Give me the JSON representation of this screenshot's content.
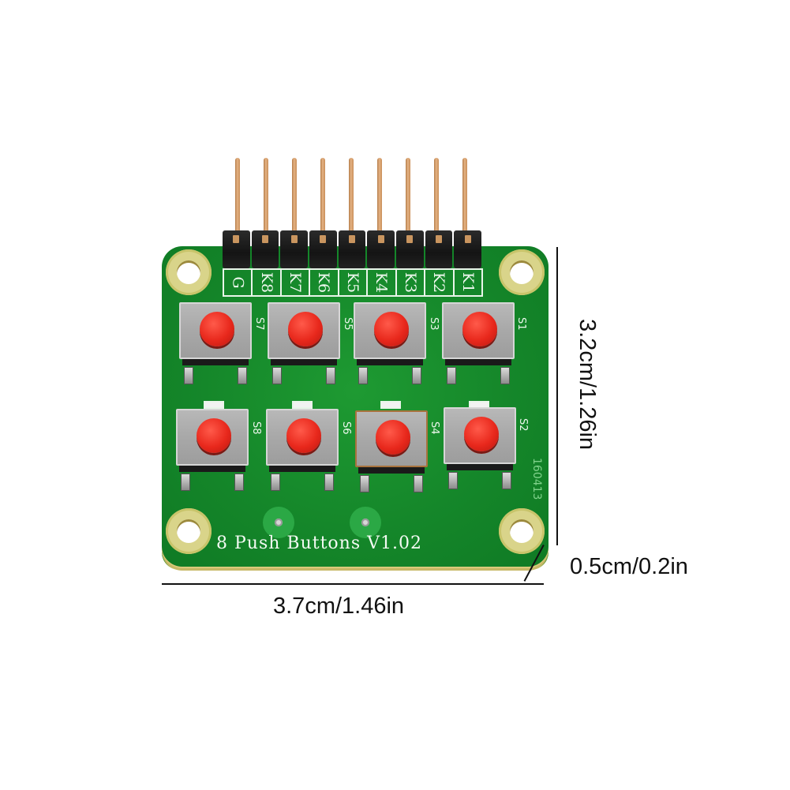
{
  "product": {
    "board_title": "8 Push Buttons V1.02",
    "date_code": "160413",
    "pin_labels": [
      "G",
      "K8",
      "K7",
      "K6",
      "K5",
      "K4",
      "K3",
      "K2",
      "K1"
    ],
    "buttons": [
      {
        "id": "S7",
        "row": 1,
        "col": 1
      },
      {
        "id": "S5",
        "row": 1,
        "col": 2
      },
      {
        "id": "S3",
        "row": 1,
        "col": 3
      },
      {
        "id": "S1",
        "row": 1,
        "col": 4
      },
      {
        "id": "S8",
        "row": 2,
        "col": 1
      },
      {
        "id": "S6",
        "row": 2,
        "col": 2
      },
      {
        "id": "S4",
        "row": 2,
        "col": 3
      },
      {
        "id": "S2",
        "row": 2,
        "col": 4
      }
    ],
    "colors": {
      "pcb_green": "#15872a",
      "button_cap_red": "#e8281c",
      "switch_body_gray": "#a8a8a8",
      "header_black": "#141414",
      "pin_gold": "#d9a373",
      "silkscreen_white": "#eef8ee"
    }
  },
  "dimensions": {
    "width": "3.7cm/1.46in",
    "height": "3.2cm/1.26in",
    "depth": "0.5cm/0.2in"
  }
}
